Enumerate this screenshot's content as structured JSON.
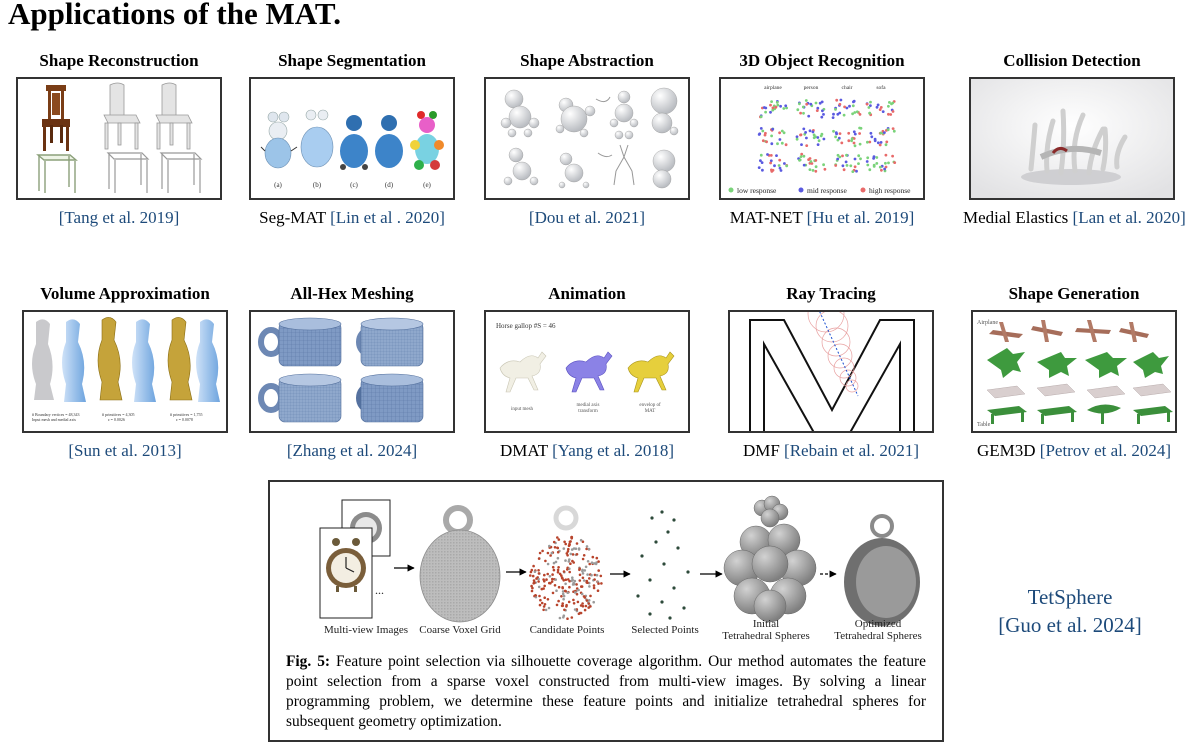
{
  "title": "Applications of the MAT.",
  "row1": [
    {
      "heading": "Shape Reconstruction",
      "author": "",
      "ref": "[Tang et al. 2019]"
    },
    {
      "heading": "Shape Segmentation",
      "author": "Seg-MAT ",
      "ref": "[Lin et al . 2020]"
    },
    {
      "heading": "Shape Abstraction",
      "author": "",
      "ref": "[Dou et al. 2021]"
    },
    {
      "heading": "3D Object Recognition",
      "author": "MAT-NET ",
      "ref": "[Hu et al. 2019]"
    },
    {
      "heading": "Collision Detection",
      "author": "Medial Elastics ",
      "ref": "[Lan et al. 2020]"
    }
  ],
  "row2": [
    {
      "heading": "Volume Approximation",
      "author": "",
      "ref": "[Sun et al. 2013]"
    },
    {
      "heading": "All-Hex Meshing",
      "author": "",
      "ref": "[Zhang et al. 2024]"
    },
    {
      "heading": "Animation",
      "author": "DMAT ",
      "ref": "[Yang et al. 2018]"
    },
    {
      "heading": "Ray Tracing",
      "author": "DMF ",
      "ref": "[Rebain et al. 2021]"
    },
    {
      "heading": "Shape Generation",
      "author": "GEM3D ",
      "ref": "[Petrov et al. 2024]"
    }
  ],
  "thumbs": {
    "seg_labels": [
      "(a)",
      "(b)",
      "(c)",
      "(d)",
      "(e)"
    ],
    "rec_columns": [
      "airplane",
      "person",
      "chair",
      "sofa"
    ],
    "rec_legend": [
      "low response",
      "mid response",
      "high response"
    ],
    "vol_captions": [
      [
        "# Boundary vertices = 48,343",
        "Input mesh and medial axis"
      ],
      [
        "# primitives = 4,305",
        "ε = 0.0026"
      ],
      [
        "# primitives = 1,755",
        "ε = 0.0078"
      ]
    ],
    "anim_title": "Horse gallop   #S = 46",
    "anim_labels": [
      [
        "input mesh"
      ],
      [
        "medial axis",
        "transform"
      ],
      [
        "envelop of",
        "MAT"
      ]
    ],
    "gen_labels": [
      "Airplane",
      "Table"
    ]
  },
  "figure": {
    "stages": [
      "Multi-view Images",
      "Coarse Voxel Grid",
      "Candidate Points",
      "Selected Points",
      "Initial\nTetrahedral Spheres",
      "Optimized\nTetrahedral Spheres"
    ],
    "dots": "...",
    "caption_label": "Fig. 5:",
    "caption_text": " Feature point selection via silhouette coverage algorithm. Our method automates the feature point selection from a sparse voxel constructed from multi-view images. By solving a linear programming problem, we determine these feature points and initialize tetrahedral spheres for subsequent geometry optimization."
  },
  "side": {
    "name": "TetSphere",
    "ref": "[Guo et al. 2024]"
  }
}
